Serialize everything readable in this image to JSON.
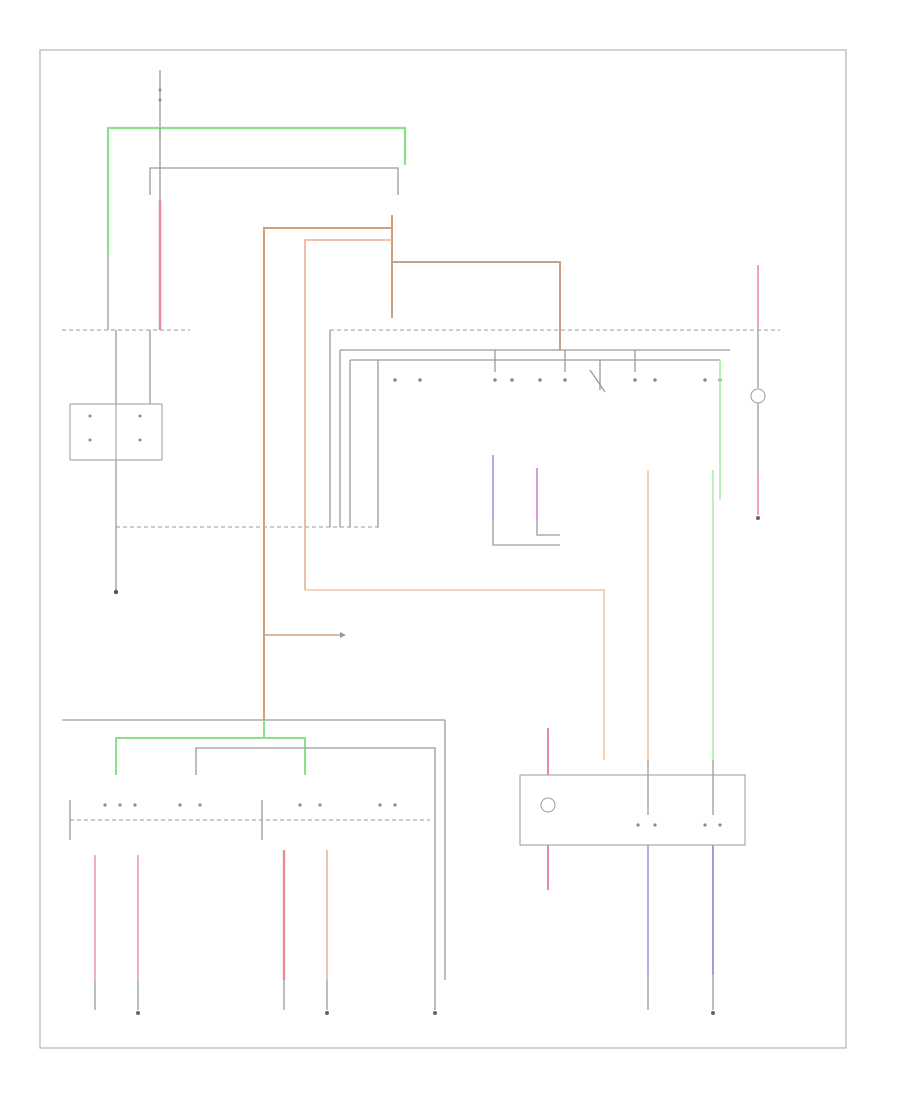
{
  "diagram": {
    "page_number": "",
    "labels": [],
    "colors": {
      "green": "#8be08b",
      "red": "#e88a9a",
      "tan": "#d4a07a",
      "peach": "#f2c4a2",
      "violet": "#b9a8e8",
      "magenta": "#d99ad9",
      "lightgreen": "#a6f0a6",
      "frame": "#b5b5b5",
      "wire": "#9a9a9a"
    },
    "icons": [
      "ground-symbol",
      "lamp-symbol",
      "switch-symbol",
      "motor-symbol"
    ]
  }
}
